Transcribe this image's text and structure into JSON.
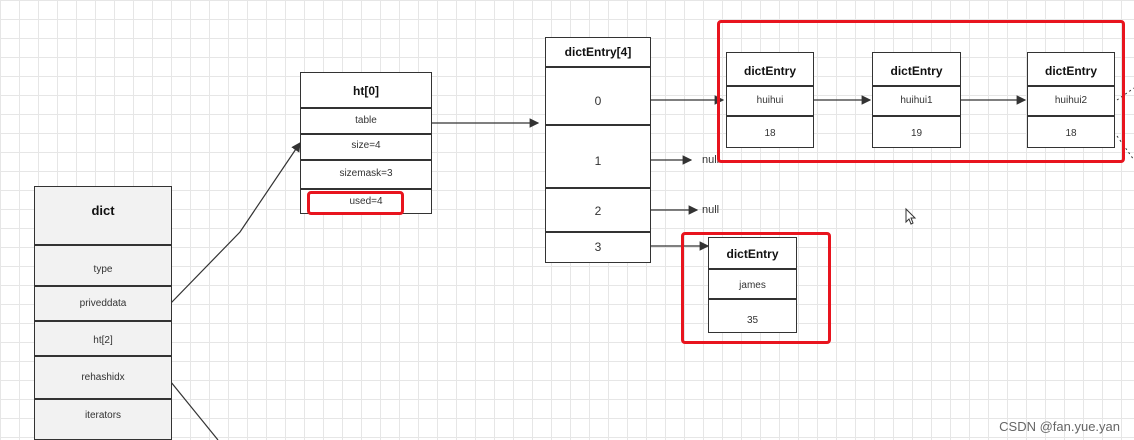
{
  "dict": {
    "title": "dict",
    "fields": [
      "type",
      "priveddata",
      "ht[2]",
      "rehashidx",
      "iterators"
    ]
  },
  "ht0": {
    "title": "ht[0]",
    "fields": [
      "table",
      "size=4",
      "sizemask=3",
      "used=4"
    ]
  },
  "table": {
    "title": "dictEntry[4]",
    "slots": [
      "0",
      "1",
      "2",
      "3"
    ]
  },
  "null_labels": [
    "null",
    "null"
  ],
  "entries": [
    {
      "title": "dictEntry",
      "key": "huihui",
      "value": "18"
    },
    {
      "title": "dictEntry",
      "key": "huihui1",
      "value": "19"
    },
    {
      "title": "dictEntry",
      "key": "huihui2",
      "value": "18"
    },
    {
      "title": "dictEntry",
      "key": "james",
      "value": "35"
    }
  ],
  "watermark": "CSDN @fan.yue.yan",
  "colors": {
    "highlight": "#e8141e",
    "line": "#333333"
  }
}
